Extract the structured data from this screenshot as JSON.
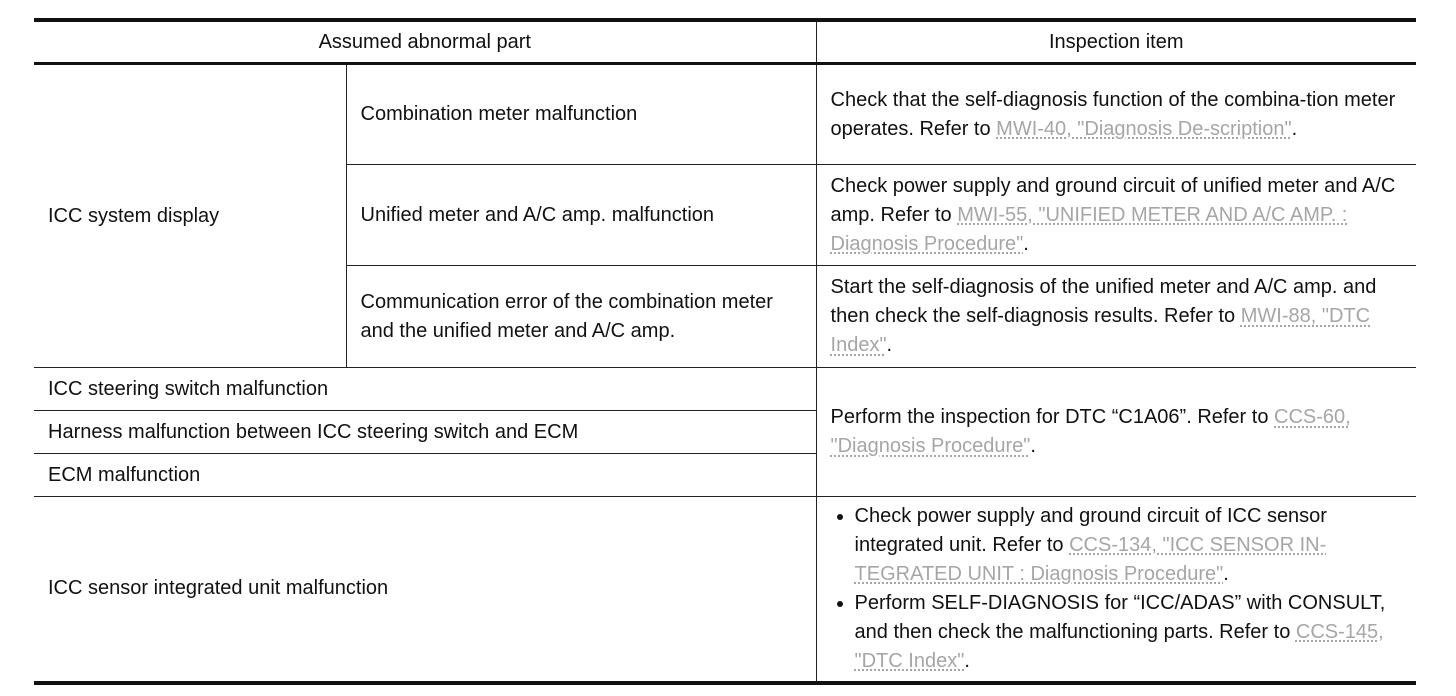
{
  "header": {
    "col1": "Assumed abnormal part",
    "col2": "Inspection item"
  },
  "rows": {
    "icc_system_display": {
      "group_label": "ICC system display",
      "sub1": {
        "part": "Combination meter malfunction",
        "text": "Check that the self-diagnosis function of the combina-tion meter operates. Refer to ",
        "ref": "MWI-40, \"Diagnosis De-scription\"",
        "end": "."
      },
      "sub2": {
        "part": "Unified meter and A/C amp. malfunction",
        "text": "Check power supply and ground circuit of unified meter and A/C amp. Refer to ",
        "ref": "MWI-55, \"UNIFIED METER AND A/C AMP. : Diagnosis Procedure\"",
        "end": "."
      },
      "sub3": {
        "part": "Communication error of the combination meter and the unified meter and A/C amp.",
        "text": "Start the self-diagnosis of the unified meter and A/C amp. and then check the self-diagnosis results. Refer to ",
        "ref": "MWI-88, \"DTC Index\"",
        "end": "."
      }
    },
    "steering": {
      "part1": "ICC steering switch malfunction",
      "part2": "Harness malfunction between ICC steering switch and ECM",
      "part3": "ECM malfunction",
      "text": "Perform the inspection for DTC “C1A06”. Refer to ",
      "ref": "CCS-60, \"Diagnosis Procedure\"",
      "end": "."
    },
    "sensor": {
      "part": "ICC sensor integrated unit malfunction",
      "b1_text": "Check power supply and ground circuit of ICC sensor integrated unit. Refer to ",
      "b1_ref": "CCS-134, \"ICC SENSOR IN-TEGRATED UNIT : Diagnosis Procedure\"",
      "b1_end": ".",
      "b2_text": "Perform SELF-DIAGNOSIS for “ICC/ADAS” with CONSULT, and then check the malfunctioning parts. Refer to ",
      "b2_ref": "CCS-145, \"DTC Index\"",
      "b2_end": "."
    }
  }
}
